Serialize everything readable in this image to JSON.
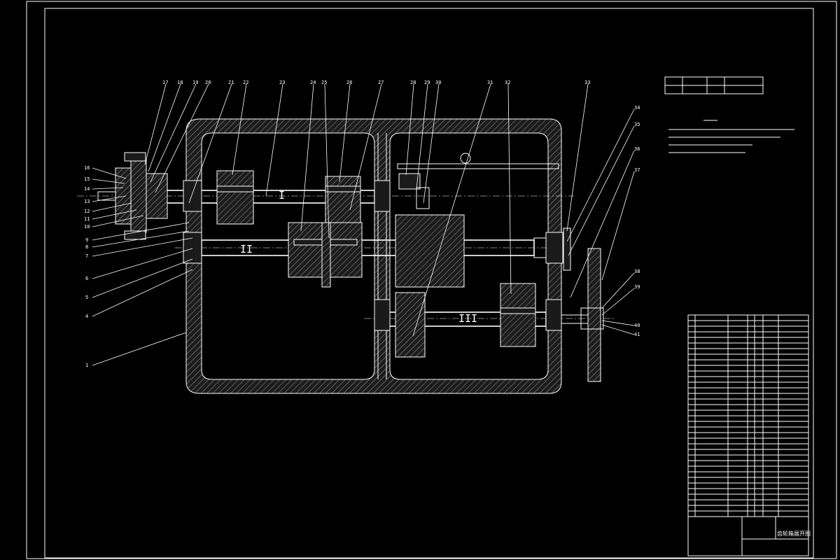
{
  "drawing": {
    "shaft_labels": [
      "I",
      "II",
      "III"
    ],
    "part_numbers_top": [
      "17",
      "18",
      "19",
      "20",
      "21",
      "22",
      "23",
      "24",
      "25",
      "26",
      "27",
      "28",
      "29",
      "30",
      "31",
      "32",
      "33"
    ],
    "part_numbers_left": [
      "16",
      "15",
      "14",
      "13",
      "12",
      "11",
      "10",
      "9",
      "8",
      "7",
      "6",
      "5",
      "4"
    ],
    "part_numbers_right": [
      "34",
      "35",
      "36",
      "37",
      "38",
      "39",
      "40",
      "41"
    ],
    "housing_callout": "1",
    "title_block_name": "齿轮箱展开图"
  }
}
